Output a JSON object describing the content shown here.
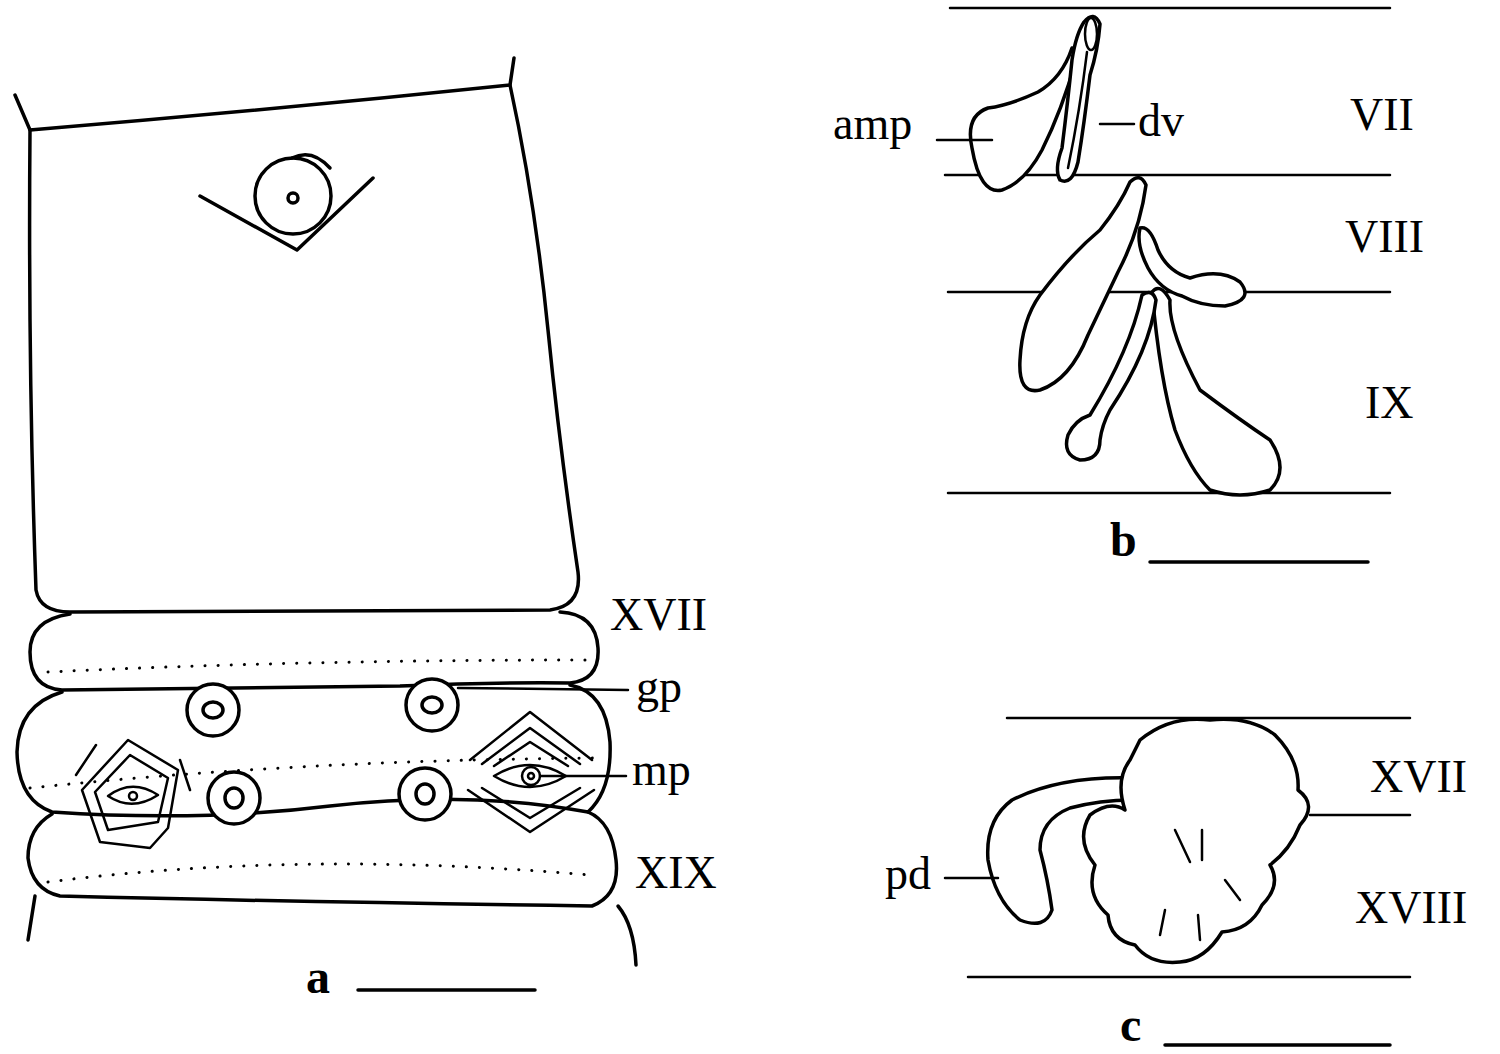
{
  "diagram": {
    "labels": [
      "XVII",
      "gp",
      "mp",
      "XIX",
      "a",
      "amp",
      "dv",
      "VII",
      "VIII",
      "IX",
      "b",
      "pd",
      "XVII",
      "XVIII",
      "c"
    ]
  }
}
